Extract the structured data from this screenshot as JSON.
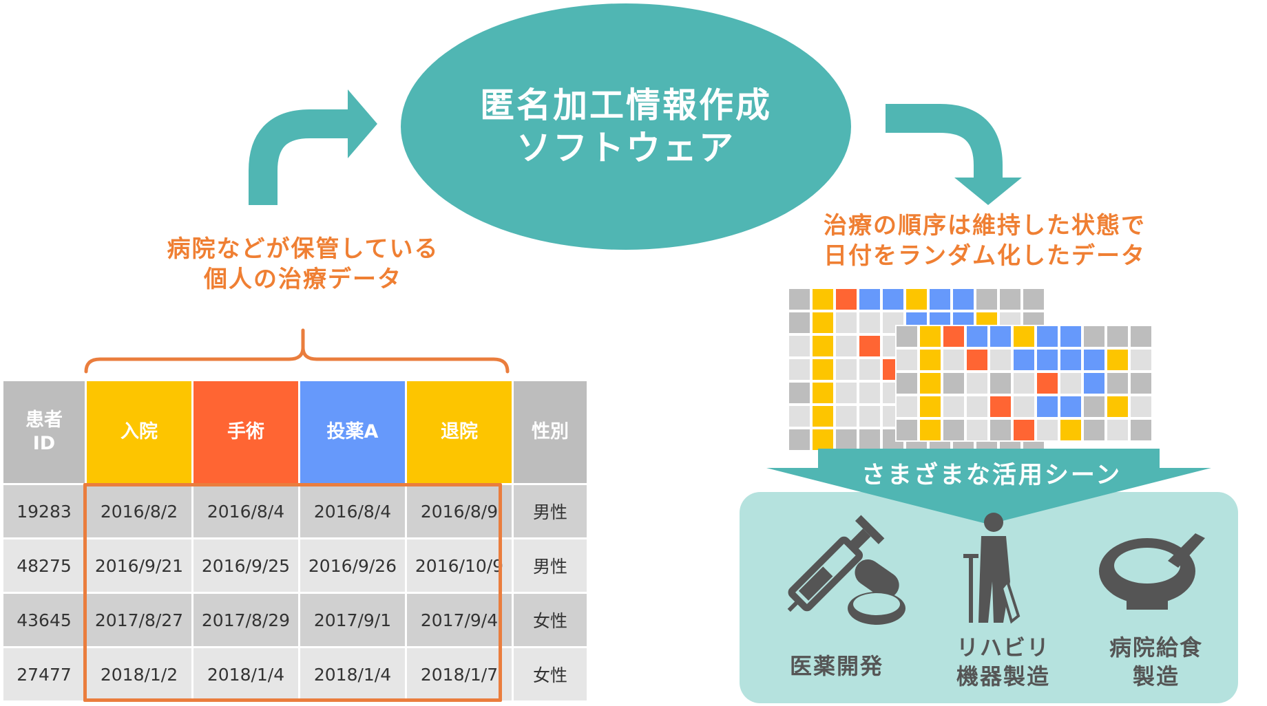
{
  "software": {
    "line1": "匿名加工情報作成",
    "line2": "ソフトウェア"
  },
  "left_caption": {
    "line1": "病院などが保管している",
    "line2": "個人の治療データ"
  },
  "right_caption": {
    "line1": "治療の順序は維持した状態で",
    "line2": "日付をランダム化したデータ"
  },
  "table": {
    "headers": {
      "id_line1": "患者",
      "id_line2": "ID",
      "admit": "入院",
      "surgery": "手術",
      "drug": "投薬A",
      "discharge": "退院",
      "sex": "性別"
    },
    "rows": [
      {
        "id": "19283",
        "admit": "2016/8/2",
        "surgery": "2016/8/4",
        "drug": "2016/8/4",
        "discharge": "2016/8/9",
        "sex": "男性"
      },
      {
        "id": "48275",
        "admit": "2016/9/21",
        "surgery": "2016/9/25",
        "drug": "2016/9/26",
        "discharge": "2016/10/9",
        "sex": "男性"
      },
      {
        "id": "43645",
        "admit": "2017/8/27",
        "surgery": "2017/8/29",
        "drug": "2017/9/1",
        "discharge": "2017/9/4",
        "sex": "女性"
      },
      {
        "id": "27477",
        "admit": "2018/1/2",
        "surgery": "2018/1/4",
        "drug": "2018/1/4",
        "discharge": "2018/1/7",
        "sex": "女性"
      }
    ]
  },
  "uses": {
    "banner": "さまざまな活用シーン",
    "item1": "医薬開発",
    "item2_line1": "リハビリ",
    "item2_line2": "機器製造",
    "item3_line1": "病院給食",
    "item3_line2": "製造"
  },
  "colors": {
    "teal": "#50b6b3",
    "orange": "#ef7f33",
    "yellow": "#fdc500",
    "red": "#ff6533",
    "blue": "#6699fb",
    "gray": "#bdbdbd",
    "panel": "#b5e2de",
    "icon": "#555555"
  },
  "icons": [
    "arrow-up-right-icon",
    "arrow-down-icon",
    "syringe-pills-icon",
    "crutch-person-icon",
    "bowl-icon",
    "curly-brace-icon"
  ],
  "grid_back": [
    "gyrbbybbggg",
    "gylllbbbylg",
    "lylrlglglyl",
    "lyllrgllgll",
    "gylllglllll",
    "lylllglllll",
    "gyggggggggg"
  ],
  "grid_front": [
    "gyrbbybbggg",
    "lylrlbbbbyl",
    "gyglglrlbgg",
    "lyllrlbbgyl",
    "gyglgrlyglg"
  ]
}
